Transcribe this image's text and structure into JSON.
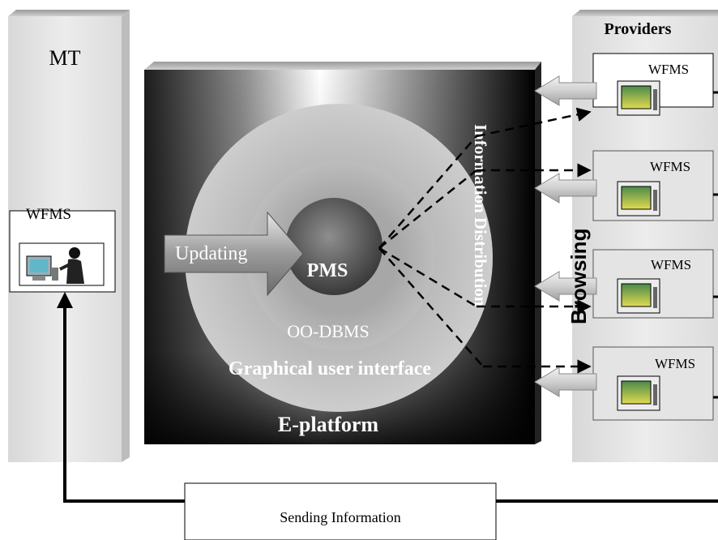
{
  "left_panel": {
    "title": "MT",
    "box_label": "WFMS"
  },
  "right_panel": {
    "title": "Providers",
    "boxes": [
      {
        "label": "WFMS"
      },
      {
        "label": "WFMS"
      },
      {
        "label": "WFMS"
      },
      {
        "label": "WFMS"
      }
    ],
    "browsing_label": "Browsing"
  },
  "platform": {
    "name": "E-platform",
    "rings": {
      "outer": "Graphical user interface",
      "middle": "OO-DBMS",
      "core": "PMS"
    },
    "update_arrow": "Updating",
    "distribution_label": "Information Distribution"
  },
  "bottom": {
    "sending_label": "Sending Information"
  },
  "colors": {
    "panel": "#e4e4e4",
    "panel_edge": "#bdbdbd",
    "platform_dark": "#000000",
    "monitor_screen": "#d9d04a",
    "line": "#000000"
  }
}
